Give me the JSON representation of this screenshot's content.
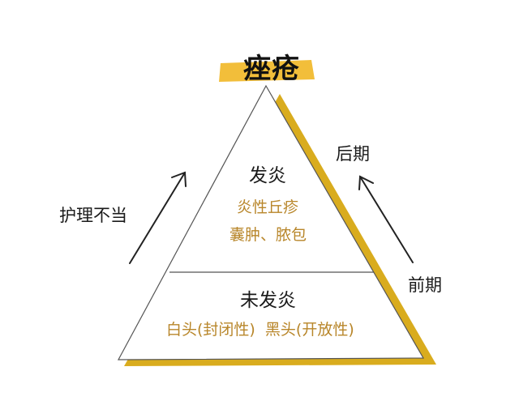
{
  "title": "痤疮",
  "top_tier": {
    "heading": "发炎",
    "lines": [
      "炎性丘疹",
      "囊肿、脓包"
    ]
  },
  "bottom_tier": {
    "heading": "未发炎",
    "line": "白头(封闭性)  黑头(开放性)"
  },
  "left_label": "护理不当",
  "right_upper_label": "后期",
  "right_lower_label": "前期",
  "colors": {
    "accent": "#f2be3a",
    "shadow": "#d9ac1e",
    "outline": "#555555",
    "sub_text": "#b8862a"
  }
}
